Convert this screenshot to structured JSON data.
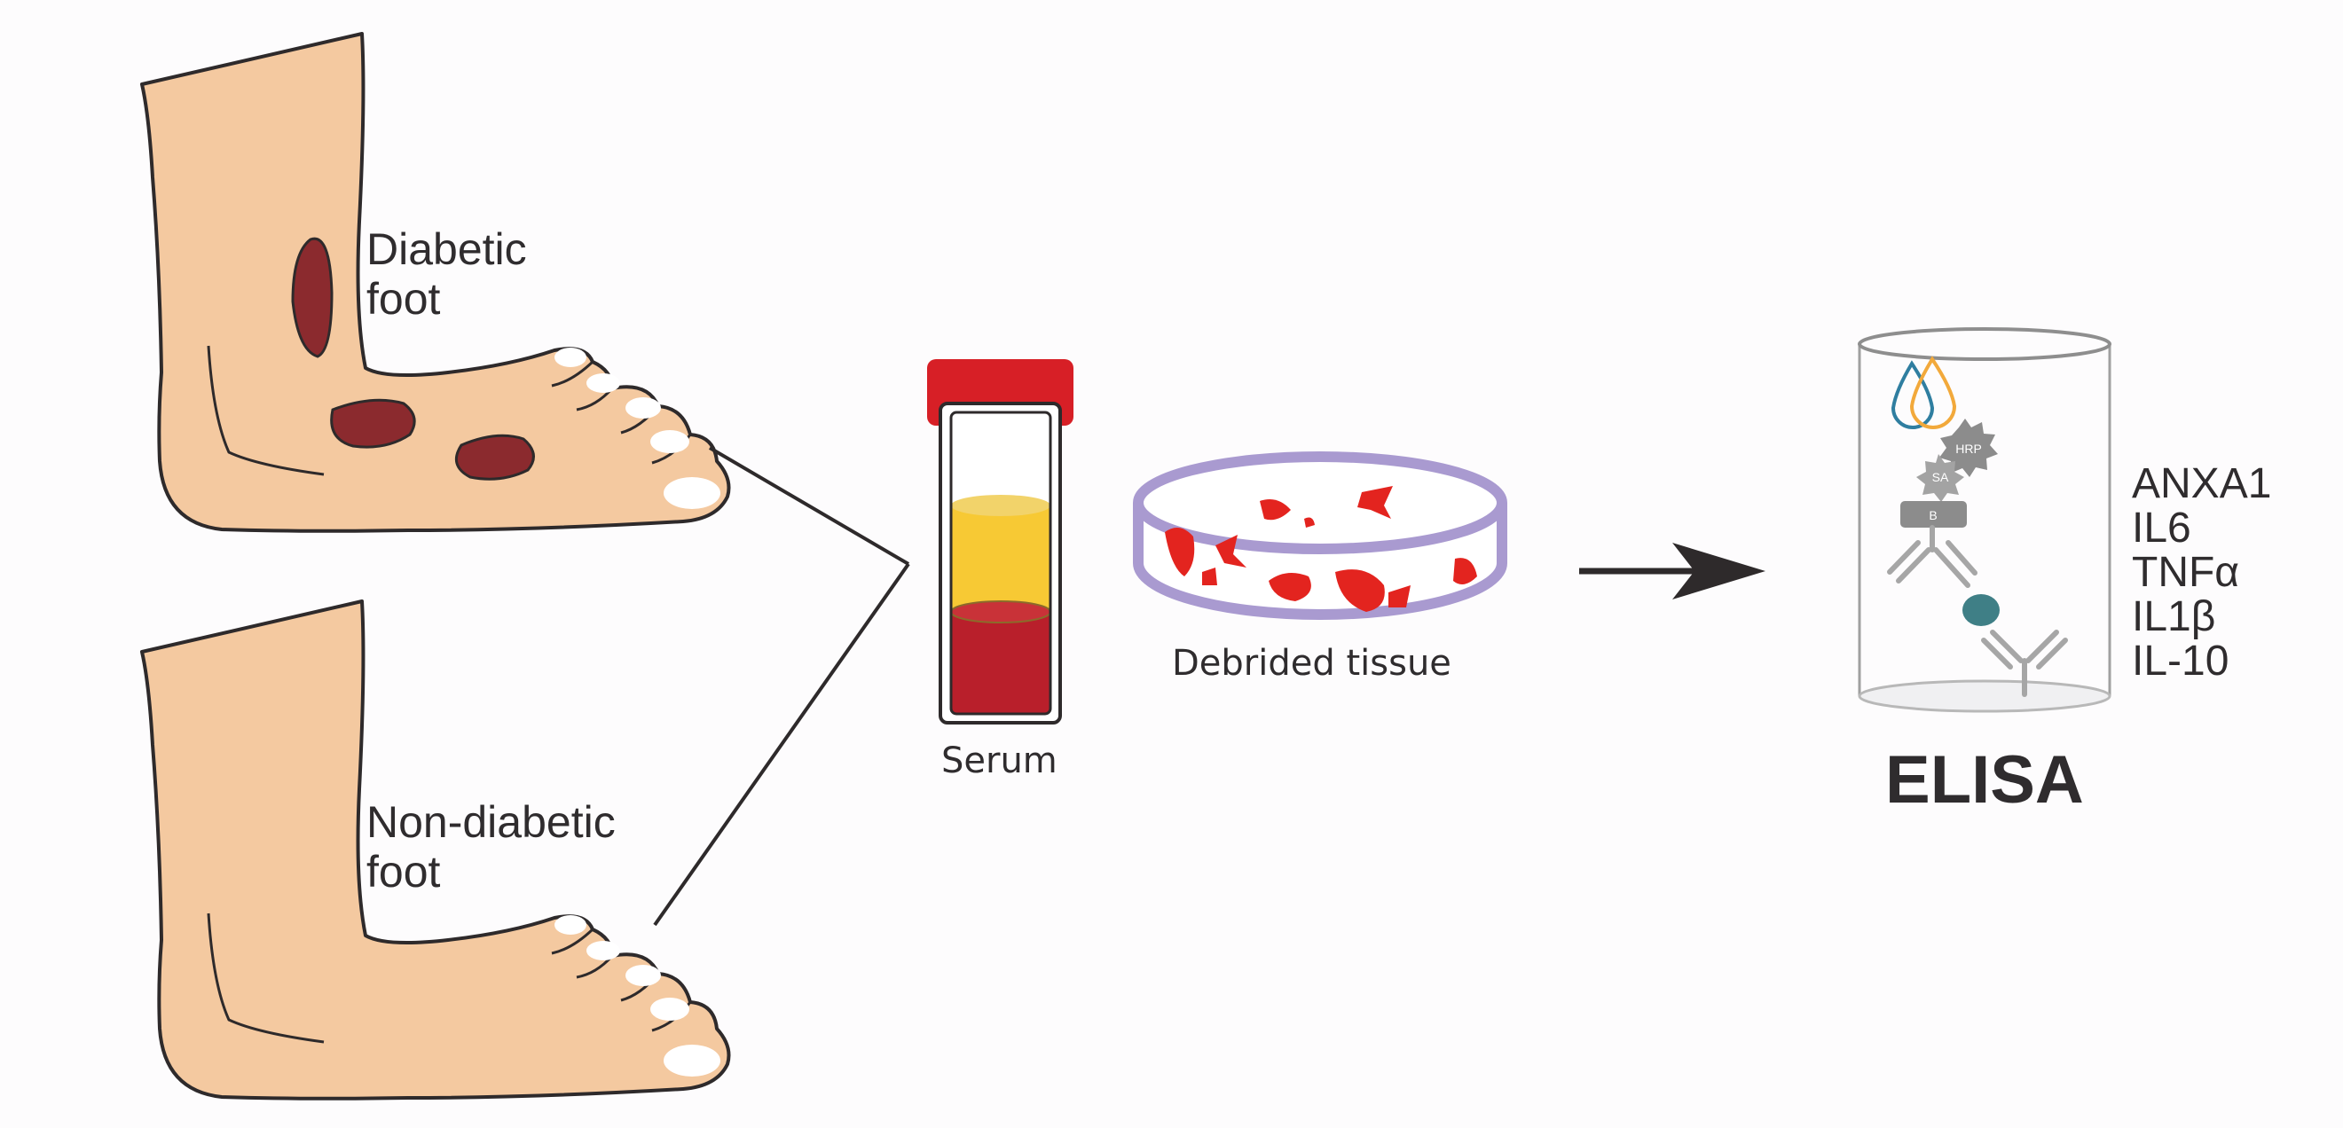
{
  "labels": {
    "diabetic_foot": [
      "Diabetic",
      "foot"
    ],
    "non_diabetic_foot": [
      "Non-diabetic",
      "foot"
    ],
    "serum": "Serum",
    "debrided_tissue": "Debrided tissue",
    "elisa": "ELISA",
    "elisa_icons": {
      "hrp": "HRP",
      "sa": "SA",
      "biotin": "B"
    }
  },
  "markers": [
    "ANXA1",
    "IL6",
    "TNFα",
    "IL1β",
    "IL-10"
  ],
  "colors": {
    "skin": "#f4c9a0",
    "outline": "#2e2a2b",
    "ulcer": "#8b2a2e",
    "tube_cap": "#d71f26",
    "serum": "#f7c934",
    "blood": "#b91f2b",
    "dish_rim": "#a99ad0",
    "tissue": "#e3241f",
    "antibody": "#a6a6a6",
    "antigen": "#3f7f86",
    "drop_blue": "#2f7ea0",
    "drop_orange": "#f2a93b"
  }
}
